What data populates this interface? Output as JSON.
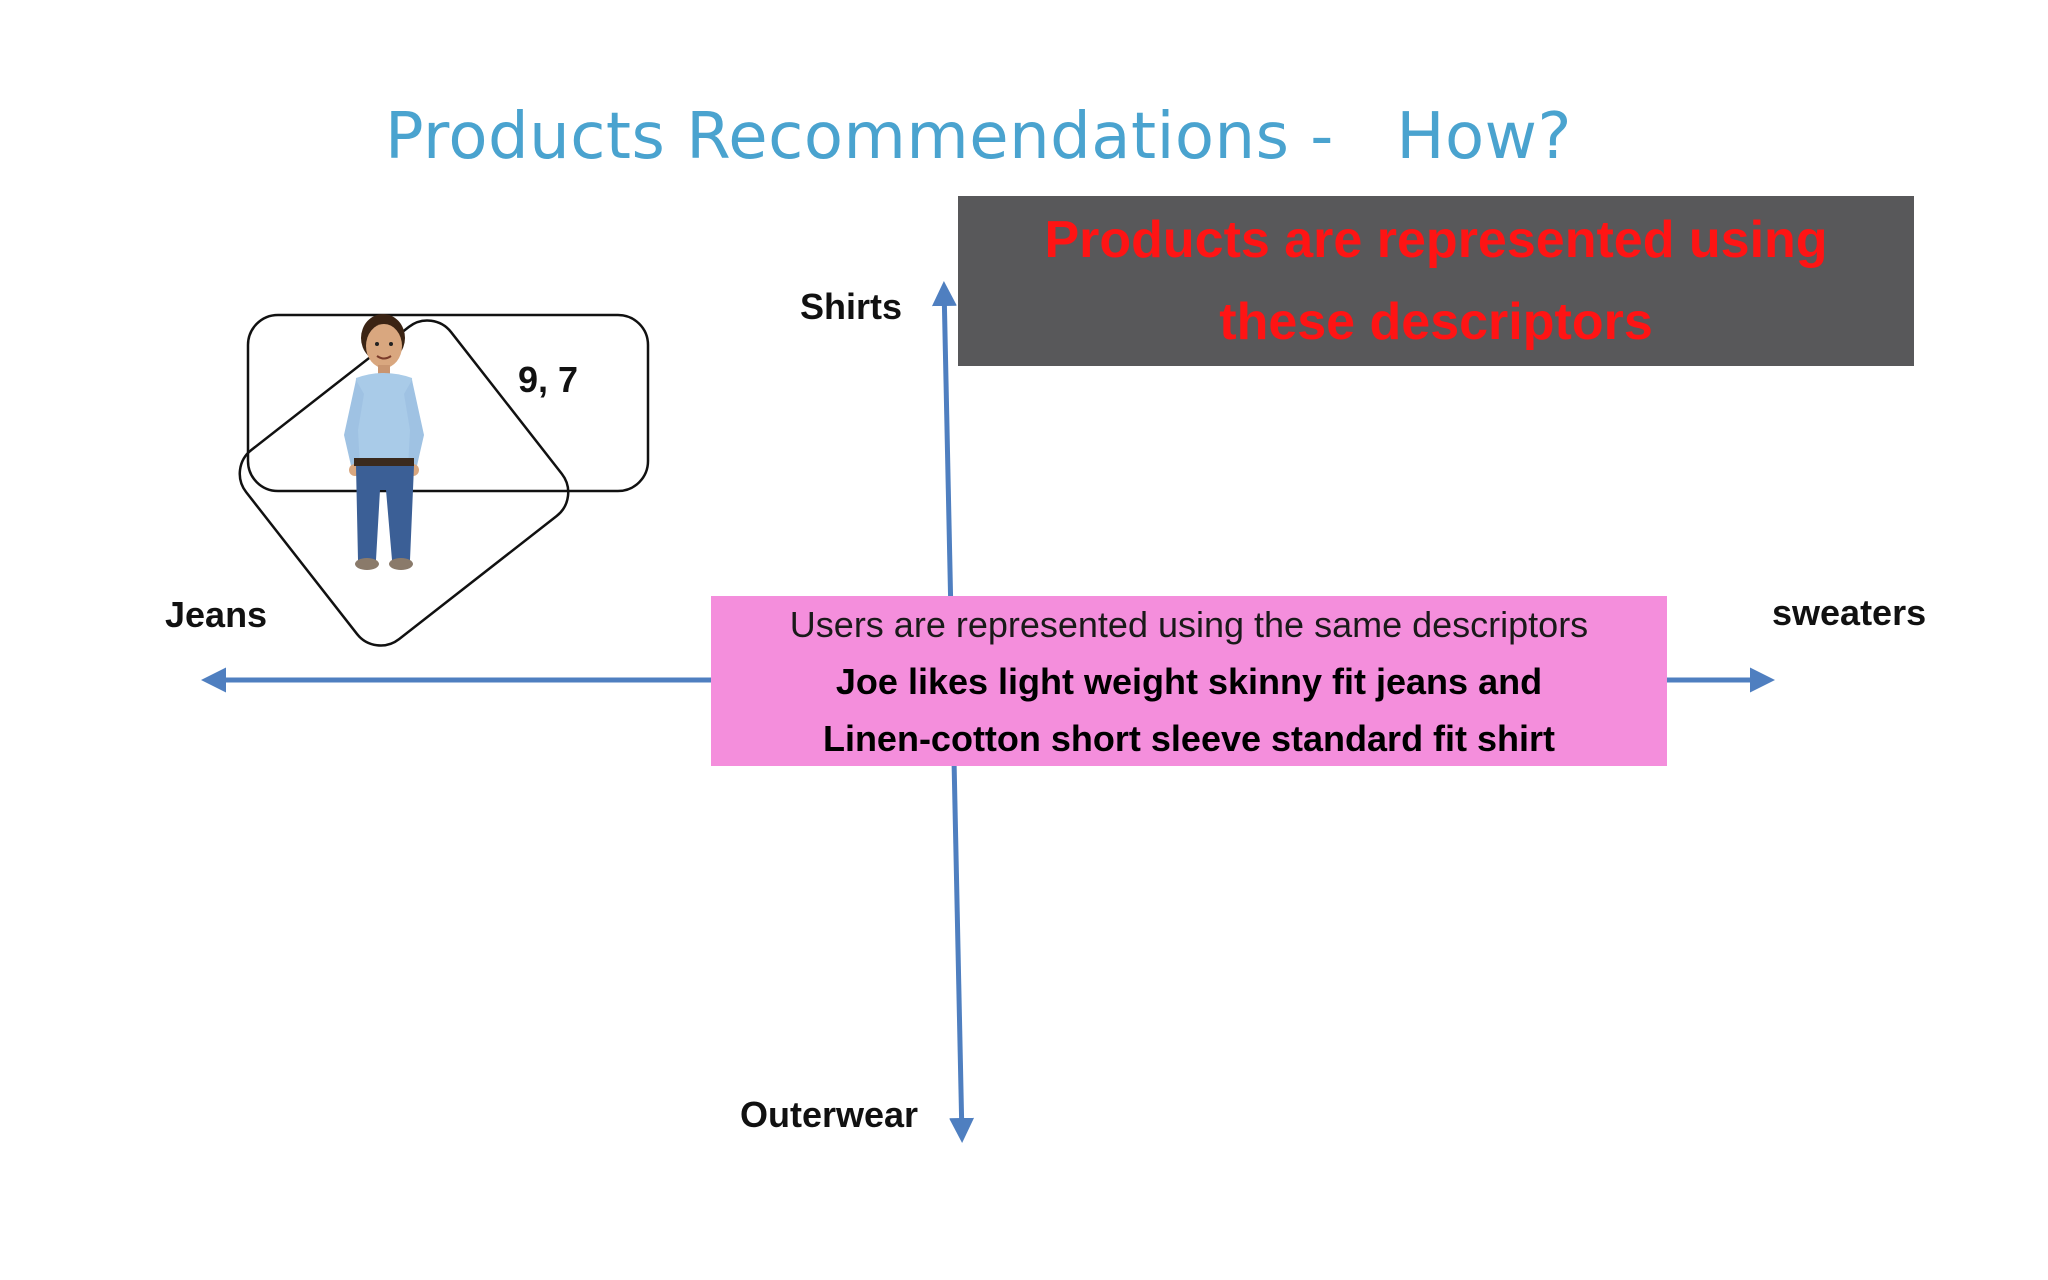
{
  "slide": {
    "title": "Products Recommendations -   How?"
  },
  "axes": {
    "top": "Shirts",
    "left": "Jeans",
    "right": "sweaters",
    "bottom": "Outerwear",
    "color": "#4f7fc0"
  },
  "user_point": {
    "coordinates": "9, 7",
    "figure_icon": "person-icon"
  },
  "products_callout": {
    "line1": "Products are represented using",
    "line2": "these descriptors",
    "background": "#58585a",
    "text_color": "#ff1414"
  },
  "users_callout": {
    "line1": "Users are represented using the same descriptors",
    "line2": "Joe likes light weight skinny fit jeans and",
    "line3": "Linen-cotton short sleeve standard fit shirt",
    "background": "#f48edc"
  },
  "colors": {
    "title": "#4aa3cf"
  }
}
